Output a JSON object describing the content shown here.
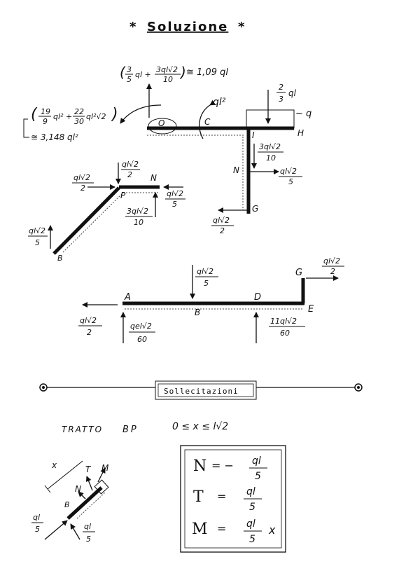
{
  "title": "Soluzione",
  "title_decoration": "*",
  "top_frame": {
    "moment_O": {
      "expr_num_a": "3",
      "expr_den_a": "5",
      "expr_mid": "ql +",
      "expr_num_b": "3ql√2",
      "expr_den_b": "10",
      "approx": "≅ 1,09 ql"
    },
    "moment_left": {
      "line1_num": "19",
      "line1_den": "9",
      "line1_mid": "ql² +",
      "line1_num_b": "22",
      "line1_den_b": "30",
      "line1_tail": "ql²√2",
      "approx": "≅ 3,148 ql²"
    },
    "moment_C": "ql²",
    "load_top_num": "2",
    "load_top_den": "3",
    "load_top_tail": "ql",
    "q_label": "~ q",
    "labels": {
      "O": "O",
      "C": "C",
      "I": "I",
      "H": "H",
      "N": "N",
      "G": "G"
    },
    "force_I_num": "3ql√2",
    "force_I_den": "10",
    "force_right_num": "ql√2",
    "force_right_den": "5",
    "force_bottom_num": "ql√2",
    "force_bottom_den": "2"
  },
  "bp_frame": {
    "labels": {
      "P": "P",
      "N": "N",
      "B": "B"
    },
    "top_num": "ql√2",
    "top_den": "2",
    "left_num": "ql√2",
    "left_den": "2",
    "right_num": "ql√2",
    "right_den": "5",
    "bottom_num": "3ql√2",
    "bottom_den": "10",
    "B_num": "ql√2",
    "B_den": "5"
  },
  "beam": {
    "labels": {
      "A": "A",
      "B": "B",
      "D": "D",
      "E": "E",
      "G": "G"
    },
    "mid_num": "ql√2",
    "mid_den": "5",
    "A_left_num": "ql√2",
    "A_left_den": "2",
    "A_up_num": "qel√2",
    "A_up_den": "60",
    "D_up_num": "11ql√2",
    "D_up_den": "60",
    "G_right_num": "ql√2",
    "G_right_den": "2"
  },
  "divider_label": "Sollecitazioni",
  "segment": {
    "name": "TRATTO",
    "id": "BP",
    "range": "0 ≤ x ≤ l√2"
  },
  "small_sketch": {
    "labels": {
      "x": "x",
      "T": "T",
      "M": "M",
      "N": "N",
      "B": "B"
    },
    "left_num": "ql",
    "left_den": "5",
    "bottom_num": "ql",
    "bottom_den": "5"
  },
  "results": {
    "N_lhs": "N",
    "N_eq": "= −",
    "N_num": "ql",
    "N_den": "5",
    "T_lhs": "T",
    "T_eq": "=",
    "T_num": "ql",
    "T_den": "5",
    "M_lhs": "M",
    "M_eq": "=",
    "M_num": "ql",
    "M_den": "5",
    "M_tail": "x"
  }
}
